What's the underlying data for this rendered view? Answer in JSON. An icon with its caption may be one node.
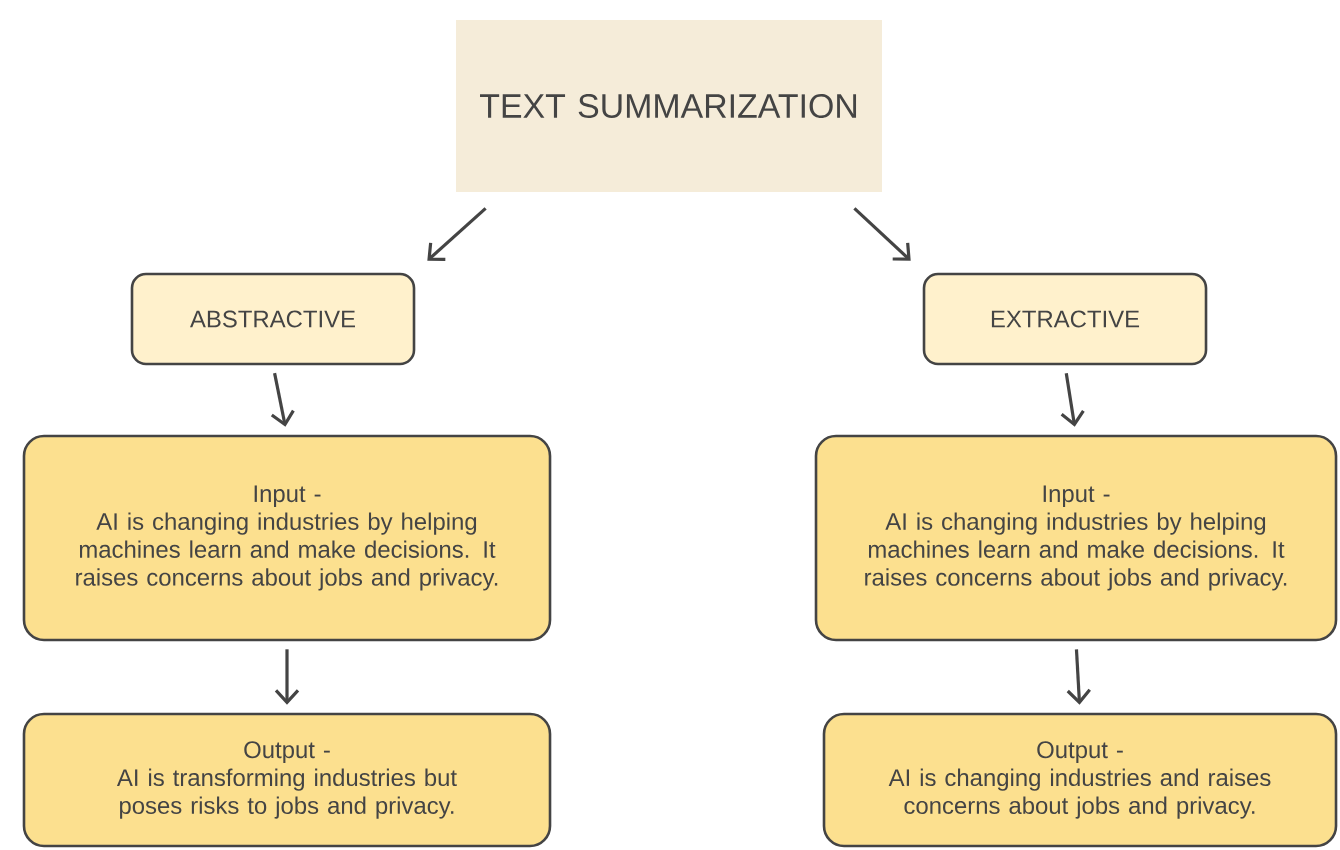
{
  "diagram": {
    "nodes": [
      {
        "text": [
          "TEXT SUMMARIZATION"
        ]
      },
      {
        "text": [
          "ABSTRACTIVE"
        ]
      },
      {
        "text": [
          "EXTRACTIVE"
        ]
      },
      {
        "text": [
          "Input -",
          "AI is changing industries by helping machines learn and make decisions. It raises concerns about jobs and privacy."
        ]
      },
      {
        "text": [
          "Output -",
          "AI is transforming industries but poses risks to jobs and privacy."
        ]
      },
      {
        "text": [
          "Input -",
          "AI is changing industries by helping machines learn and make decisions. It raises concerns about jobs and privacy."
        ]
      },
      {
        "text": [
          "Output -",
          "AI is changing industries and raises concerns about jobs and privacy."
        ]
      }
    ],
    "edges": [
      {
        "from": 0,
        "to": 1,
        "arrow": "to"
      },
      {
        "from": 0,
        "to": 2,
        "arrow": "to"
      },
      {
        "from": 1,
        "to": 3,
        "arrow": "to"
      },
      {
        "from": 3,
        "to": 4,
        "arrow": "to"
      },
      {
        "from": 2,
        "to": 5,
        "arrow": "to"
      },
      {
        "from": 5,
        "to": 6,
        "arrow": "to"
      }
    ]
  }
}
